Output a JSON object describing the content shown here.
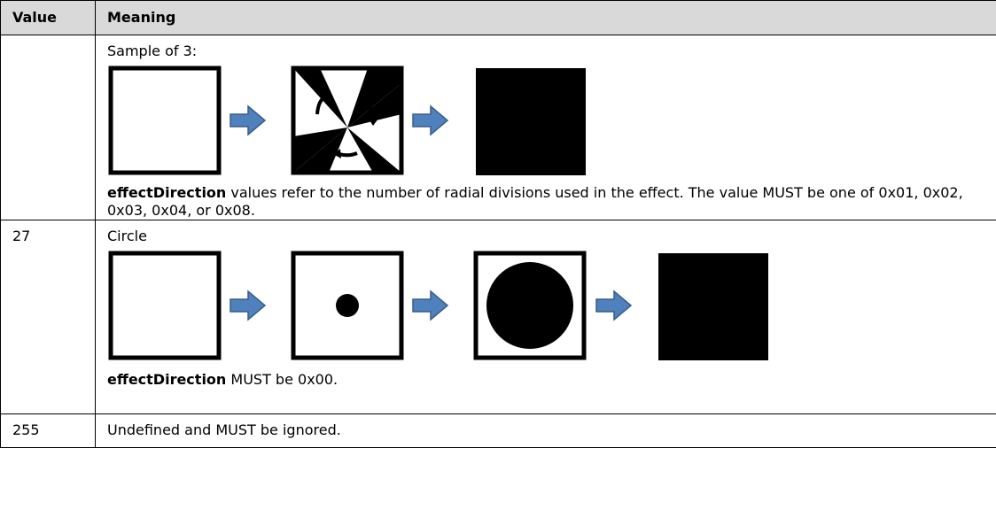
{
  "table": {
    "header": {
      "value": "Value",
      "meaning": "Meaning"
    },
    "rows": [
      {
        "value": "",
        "caption": "Sample of 3:",
        "desc_bold": "effectDirection",
        "desc_text": " values refer to the number of radial divisions used in the effect. The value MUST be one of 0x01, 0x02, 0x03, 0x04, or 0x08."
      },
      {
        "value": "27",
        "caption": "Circle",
        "desc_bold": "effectDirection",
        "desc_text": " MUST be 0x00."
      },
      {
        "value": "255",
        "caption": "Undefined and MUST be ignored."
      }
    ]
  },
  "colors": {
    "header_bg": "#d9d9d9",
    "arrow": "#4f81bd",
    "arrow_stroke": "#385d8a"
  },
  "icons": [
    "white-square-frame",
    "right-arrow-icon",
    "split-wedge-frame",
    "small-dot-frame",
    "large-circle-frame",
    "black-square-frame"
  ]
}
